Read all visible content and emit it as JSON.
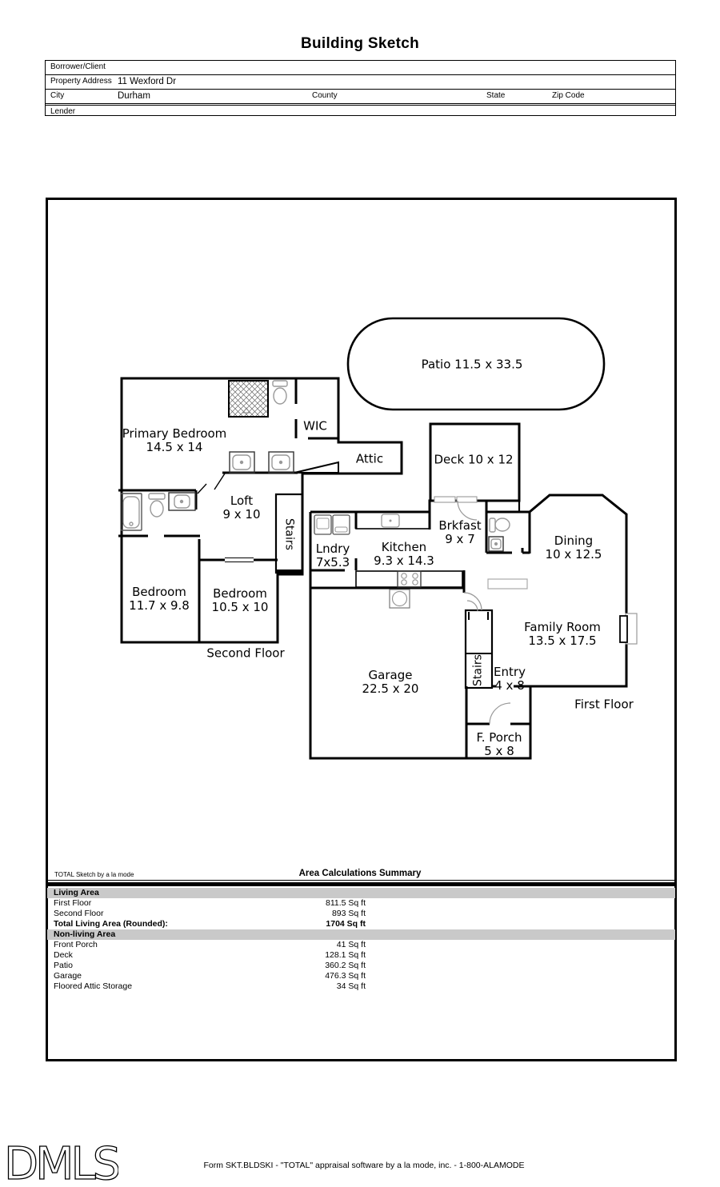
{
  "title": "Building Sketch",
  "form": {
    "borrower_label": "Borrower/Client",
    "property_address_label": "Property Address",
    "property_address_value": "11 Wexford Dr",
    "city_label": "City",
    "city_value": "Durham",
    "county_label": "County",
    "state_label": "State",
    "zip_label": "Zip Code",
    "lender_label": "Lender"
  },
  "labels": {
    "patio": {
      "l1": "Patio 11.5 x 33.5"
    },
    "primary_bedroom": {
      "l1": "Primary Bedroom",
      "l2": "14.5 x 14"
    },
    "wic": {
      "l1": "WIC"
    },
    "attic": {
      "l1": "Attic"
    },
    "deck": {
      "l1": "Deck 10 x 12"
    },
    "loft": {
      "l1": "Loft",
      "l2": "9 x 10"
    },
    "stairs_second": {
      "l1": "Stairs"
    },
    "lndry": {
      "l1": "Lndry",
      "l2": "7x5.3"
    },
    "kitchen": {
      "l1": "Kitchen",
      "l2": "9.3 x 14.3"
    },
    "brkfast": {
      "l1": "Brkfast",
      "l2": "9 x 7"
    },
    "dining": {
      "l1": "Dining",
      "l2": "10 x 12.5"
    },
    "bedroom_left": {
      "l1": "Bedroom",
      "l2": "11.7 x 9.8"
    },
    "bedroom_right": {
      "l1": "Bedroom",
      "l2": "10.5 x 10"
    },
    "second_floor": {
      "l1": "Second Floor"
    },
    "garage": {
      "l1": "Garage",
      "l2": "22.5 x 20"
    },
    "stairs_first": {
      "l1": "Stairs"
    },
    "entry": {
      "l1": "Entry",
      "l2": "4 x 8"
    },
    "family_room": {
      "l1": "Family Room",
      "l2": "13.5 x 17.5"
    },
    "first_floor": {
      "l1": "First Floor"
    },
    "f_porch": {
      "l1": "F. Porch",
      "l2": "5 x 8"
    }
  },
  "area_summary": {
    "branding": "TOTAL Sketch by a la mode",
    "title": "Area Calculations Summary",
    "sections": [
      {
        "header": "Living Area",
        "rows": [
          {
            "label": "First Floor",
            "value": "811.5 Sq ft"
          },
          {
            "label": "Second Floor",
            "value": "893 Sq ft"
          },
          {
            "label": "Total Living Area (Rounded):",
            "value": "1704 Sq ft"
          }
        ]
      },
      {
        "header": "Non-living Area",
        "rows": [
          {
            "label": "Front Porch",
            "value": "41 Sq ft"
          },
          {
            "label": "Deck",
            "value": "128.1 Sq ft"
          },
          {
            "label": "Patio",
            "value": "360.2 Sq ft"
          },
          {
            "label": "Garage",
            "value": "476.3 Sq ft"
          },
          {
            "label": "Floored Attic Storage",
            "value": "34 Sq ft"
          }
        ]
      }
    ]
  },
  "footer": {
    "logo": "DMLS",
    "text": "Form SKT.BLDSKI - \"TOTAL\" appraisal software by a la mode, inc. - 1-800-ALAMODE"
  }
}
